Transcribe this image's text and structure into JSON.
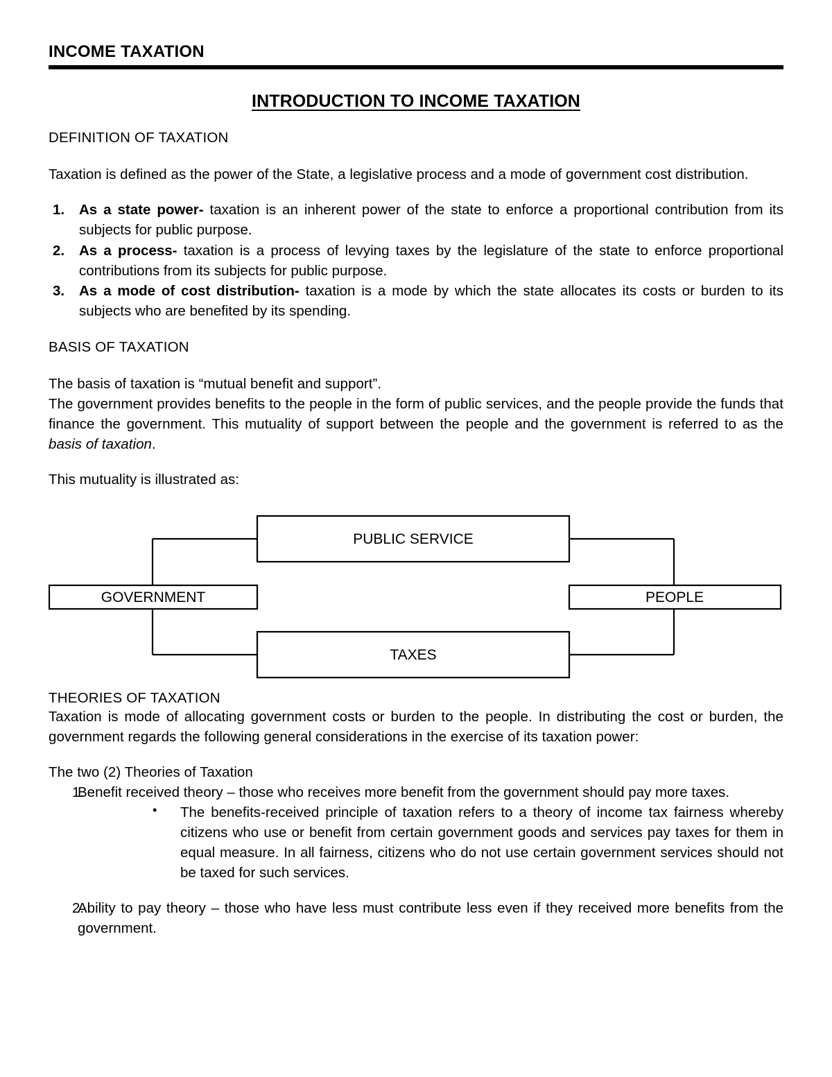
{
  "document": {
    "running_header": "INCOME TAXATION",
    "title": "INTRODUCTION TO INCOME TAXATION"
  },
  "sections": {
    "definition": {
      "heading": "DEFINITION OF TAXATION",
      "intro": "Taxation is defined as the power of the State, a legislative process and a mode of government cost distribution.",
      "items": [
        {
          "marker": "1.",
          "lead": "As a state power-",
          "text": " taxation is an inherent power of the state to enforce a proportional contribution from its subjects for public purpose."
        },
        {
          "marker": "2.",
          "lead": "As a process-",
          "text": " taxation is a process of levying taxes by the legislature of the state to enforce proportional contributions from its subjects for public purpose."
        },
        {
          "marker": "3.",
          "lead": "As a mode of cost distribution-",
          "text": " taxation is a mode by which the state allocates its costs or burden to its subjects who are benefited by its spending."
        }
      ]
    },
    "basis": {
      "heading": "BASIS OF TAXATION",
      "para1": "The basis of taxation is “mutual benefit and support”.",
      "para2_a": "The government provides benefits to the people in the form of public services, and the people provide the funds that finance the government. This mutuality of support between the people and the government is referred to as the ",
      "para2_italic": "basis of taxation",
      "para2_b": ".",
      "illustration_intro": "This mutuality is illustrated as:"
    },
    "theories": {
      "heading": "THEORIES OF TAXATION",
      "intro": "Taxation is mode of allocating government costs or burden to the people. In distributing the cost or burden, the government regards the following general considerations in the exercise of its taxation power:",
      "list_title": "The two (2) Theories of Taxation",
      "items": [
        {
          "marker": "1.",
          "text": "Benefit received theory – those who receives more benefit from the government should pay more taxes.",
          "bullets": [
            {
              "glyph": "•",
              "text": "The benefits-received principle of taxation refers to a theory of income tax fairness whereby citizens who use or benefit from certain government goods and services pay taxes for them in equal measure. In all fairness, citizens who do not use certain government services should not be taxed for such services."
            }
          ]
        },
        {
          "marker": "2.",
          "text": "Ability to pay theory – those who have less must contribute less even if they received more benefits from the government.",
          "bullets": []
        }
      ]
    }
  },
  "diagram": {
    "name": "mutuality-of-support-diagram",
    "nodes": {
      "public_service": "PUBLIC SERVICE",
      "government": "GOVERNMENT",
      "taxes": "TAXES",
      "people": "PEOPLE"
    },
    "stroke_color": "#000000",
    "fill_color": "#ffffff"
  }
}
